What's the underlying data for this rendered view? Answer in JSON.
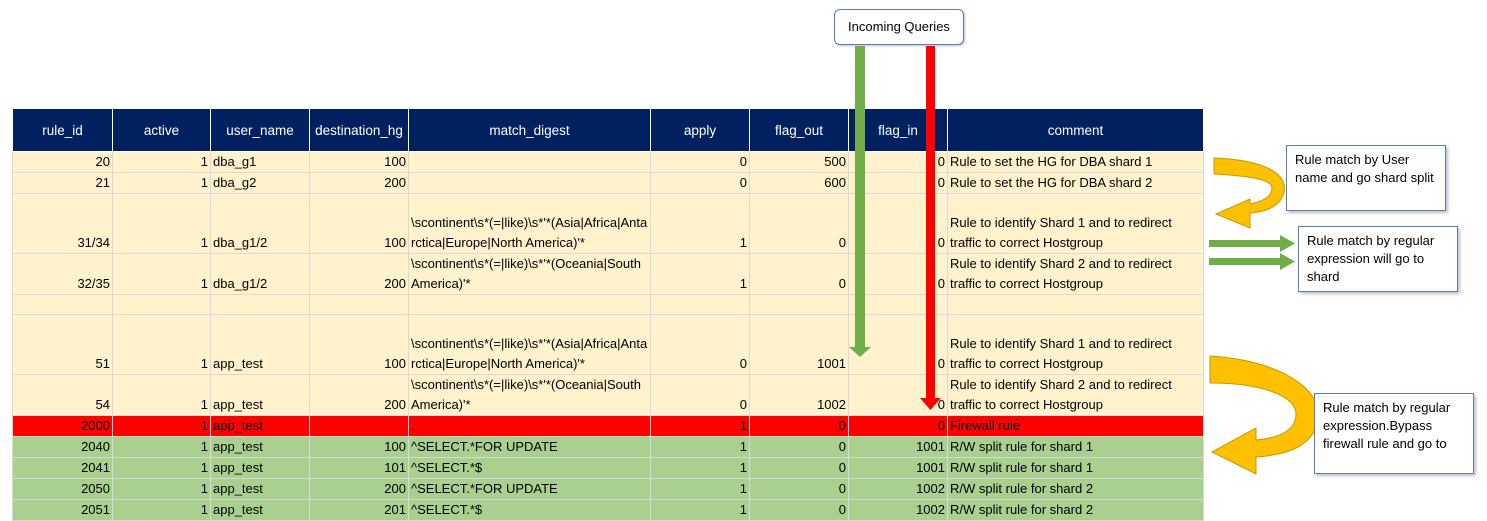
{
  "incoming_label": "Incoming Queries",
  "headers": [
    "rule_id",
    "active",
    "user_name",
    "destination_hg",
    "match_digest",
    "apply",
    "flag_out",
    "flag_in",
    "comment"
  ],
  "rows": [
    {
      "kind": "yellow",
      "cells": [
        "20",
        "1",
        "dba_g1",
        "100",
        "",
        "0",
        "500",
        "0",
        "Rule to set the HG for DBA shard 1"
      ]
    },
    {
      "kind": "yellow",
      "cells": [
        "21",
        "1",
        "dba_g2",
        "200",
        "",
        "0",
        "600",
        "0",
        "Rule to set the HG for DBA shard 2"
      ]
    },
    {
      "kind": "yellow",
      "cells": [
        "31/34",
        "1",
        "dba_g1/2",
        "100",
        "\\scontinent\\s*(=|like)\\s*'*(Asia|Africa|Antarctica|Europe|North America)'*",
        "1",
        "0",
        "0",
        "Rule to identify Shard 1 and to redirect traffic to correct Hostgroup"
      ]
    },
    {
      "kind": "yellow",
      "cells": [
        "32/35",
        "1",
        "dba_g1/2",
        "200",
        "\\scontinent\\s*(=|like)\\s*'*(Oceania|South America)'*",
        "1",
        "0",
        "0",
        "Rule to identify Shard 2 and to redirect traffic to correct Hostgroup"
      ]
    },
    {
      "kind": "yellow",
      "cells": [
        "",
        "",
        "",
        "",
        "",
        "",
        "",
        "",
        ""
      ]
    },
    {
      "kind": "yellow",
      "cells": [
        "51",
        "1",
        "app_test",
        "100",
        "\\scontinent\\s*(=|like)\\s*'*(Asia|Africa|Antarctica|Europe|North America)'*",
        "0",
        "1001",
        "0",
        "Rule to identify Shard 1 and to redirect traffic to correct Hostgroup"
      ]
    },
    {
      "kind": "yellow",
      "cells": [
        "54",
        "1",
        "app_test",
        "200",
        "\\scontinent\\s*(=|like)\\s*'*(Oceania|South America)'*",
        "0",
        "1002",
        "0",
        "Rule to identify Shard 2 and to redirect traffic to correct Hostgroup"
      ]
    },
    {
      "kind": "red",
      "cells": [
        "2000",
        "1",
        "app_test",
        "",
        ".",
        "1",
        "0",
        "0",
        "Firewall rule"
      ]
    },
    {
      "kind": "green",
      "cells": [
        "2040",
        "1",
        "app_test",
        "100",
        "^SELECT.*FOR UPDATE",
        "1",
        "0",
        "1001",
        "R/W split rule for shard 1"
      ]
    },
    {
      "kind": "green",
      "cells": [
        "2041",
        "1",
        "app_test",
        "101",
        "^SELECT.*$",
        "1",
        "0",
        "1001",
        "R/W split rule for shard 1"
      ]
    },
    {
      "kind": "green",
      "cells": [
        "2050",
        "1",
        "app_test",
        "200",
        "^SELECT.*FOR UPDATE",
        "1",
        "0",
        "1002",
        "R/W split rule for shard 2"
      ]
    },
    {
      "kind": "green",
      "cells": [
        "2051",
        "1",
        "app_test",
        "201",
        "^SELECT.*$",
        "1",
        "0",
        "1002",
        "R/W split rule for shard 2"
      ]
    }
  ],
  "notes": {
    "user_match": "Rule match by User name and go shard split",
    "regex_match": "Rule match by regular expression will go to shard",
    "bypass": "Rule match by regular expression.Bypass firewall rule and go to"
  },
  "colors": {
    "header_bg": "#002060",
    "row_yellow": "#fff2cc",
    "row_red": "#ff0000",
    "row_green": "#a9d08e",
    "arrow_green": "#70ad47",
    "arrow_red": "#ff0000",
    "arrow_gold": "#ffc000"
  }
}
